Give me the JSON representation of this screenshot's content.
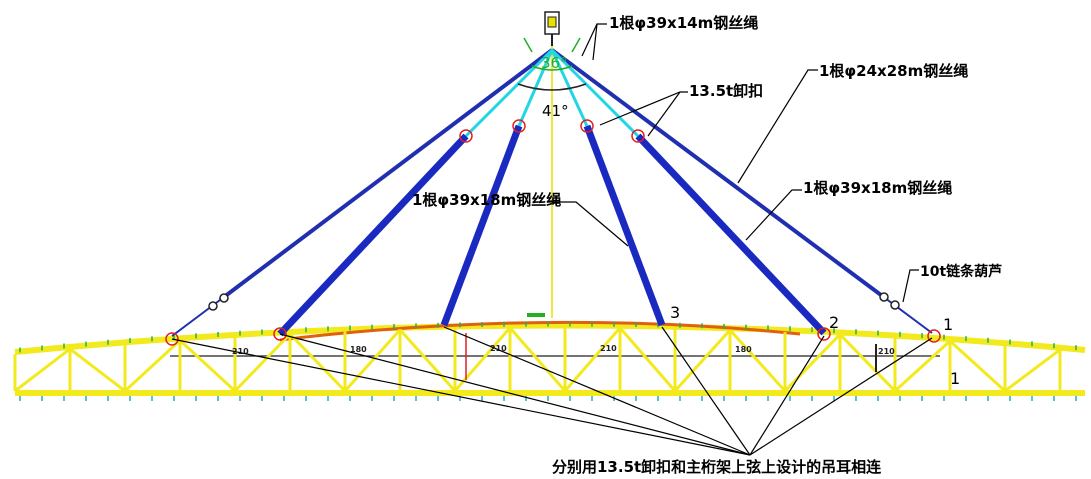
{
  "labels": {
    "rope_top": "1根φ39x14m钢丝绳",
    "rope_right_long": "1根φ24x28m钢丝绳",
    "shackle": "13.5t卸扣",
    "rope_left_mid": "1根φ39x18m钢丝绳",
    "rope_right_mid": "1根φ39x18m钢丝绳",
    "chain_hoist": "10t链条葫芦",
    "bottom_note": "分别用13.5t卸扣和主桁架上弦上设计的吊耳相连"
  },
  "angles": {
    "inner": "36°",
    "outer": "41°"
  },
  "point_numbers": [
    "1",
    "2",
    "3"
  ],
  "panel_dims": [
    "210",
    "180",
    "210",
    "210",
    "180",
    "210"
  ],
  "colors": {
    "outer_rope": "#1f2fb0",
    "inner_rope": "#22d6e6",
    "sling": "#1a2ac0",
    "truss": "#f2ea1c",
    "truss_shadow": "#c9c010",
    "top_chord": "#e06010",
    "shackle_ring": "#e02020",
    "vertical": "#e8e000",
    "leader": "#000000"
  }
}
